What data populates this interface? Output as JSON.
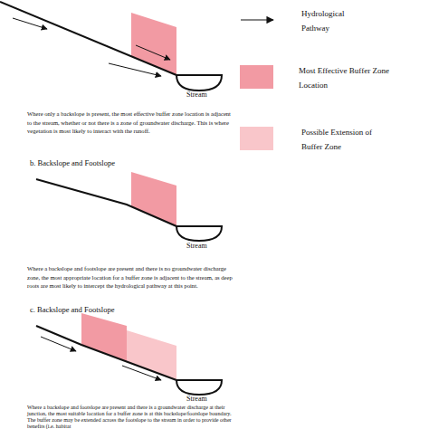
{
  "diagram": {
    "labels": [
      "Stream",
      "Where only a backslope is present, the most effective buffer zone location is adjacent to the stream, whether or not there is a zone of groundwater discharge. This is where vegetation is most likely to interact with the runoff.",
      "b. Backslope and Footslope",
      "Stream",
      "Where a backslope and footslope are present and there is no groundwater discharge zone, the most appropriate location for a buffer zone is adjacent to the stream, as deep roots are most likely to intercept the hydrological pathway at this point.",
      "c. Backslope and Footslope",
      "Stream",
      "Where a backslope and footslope are present and there is a groundwater discharge at their junction, the most suitable location for a buffer zone is at this backslope/footslope boundary. The buffer zone may be extended across the footslope to the stream in order to provide other benefits (i.e. habitat"
    ],
    "legend": [
      {
        "text": "Hydrological Pathway"
      },
      {
        "text": "Most Effective Buffer Zone Location",
        "color": "#f29aa3"
      },
      {
        "text": "Possible Extension of Buffer Zone",
        "color": "#f9c6ca"
      }
    ]
  }
}
